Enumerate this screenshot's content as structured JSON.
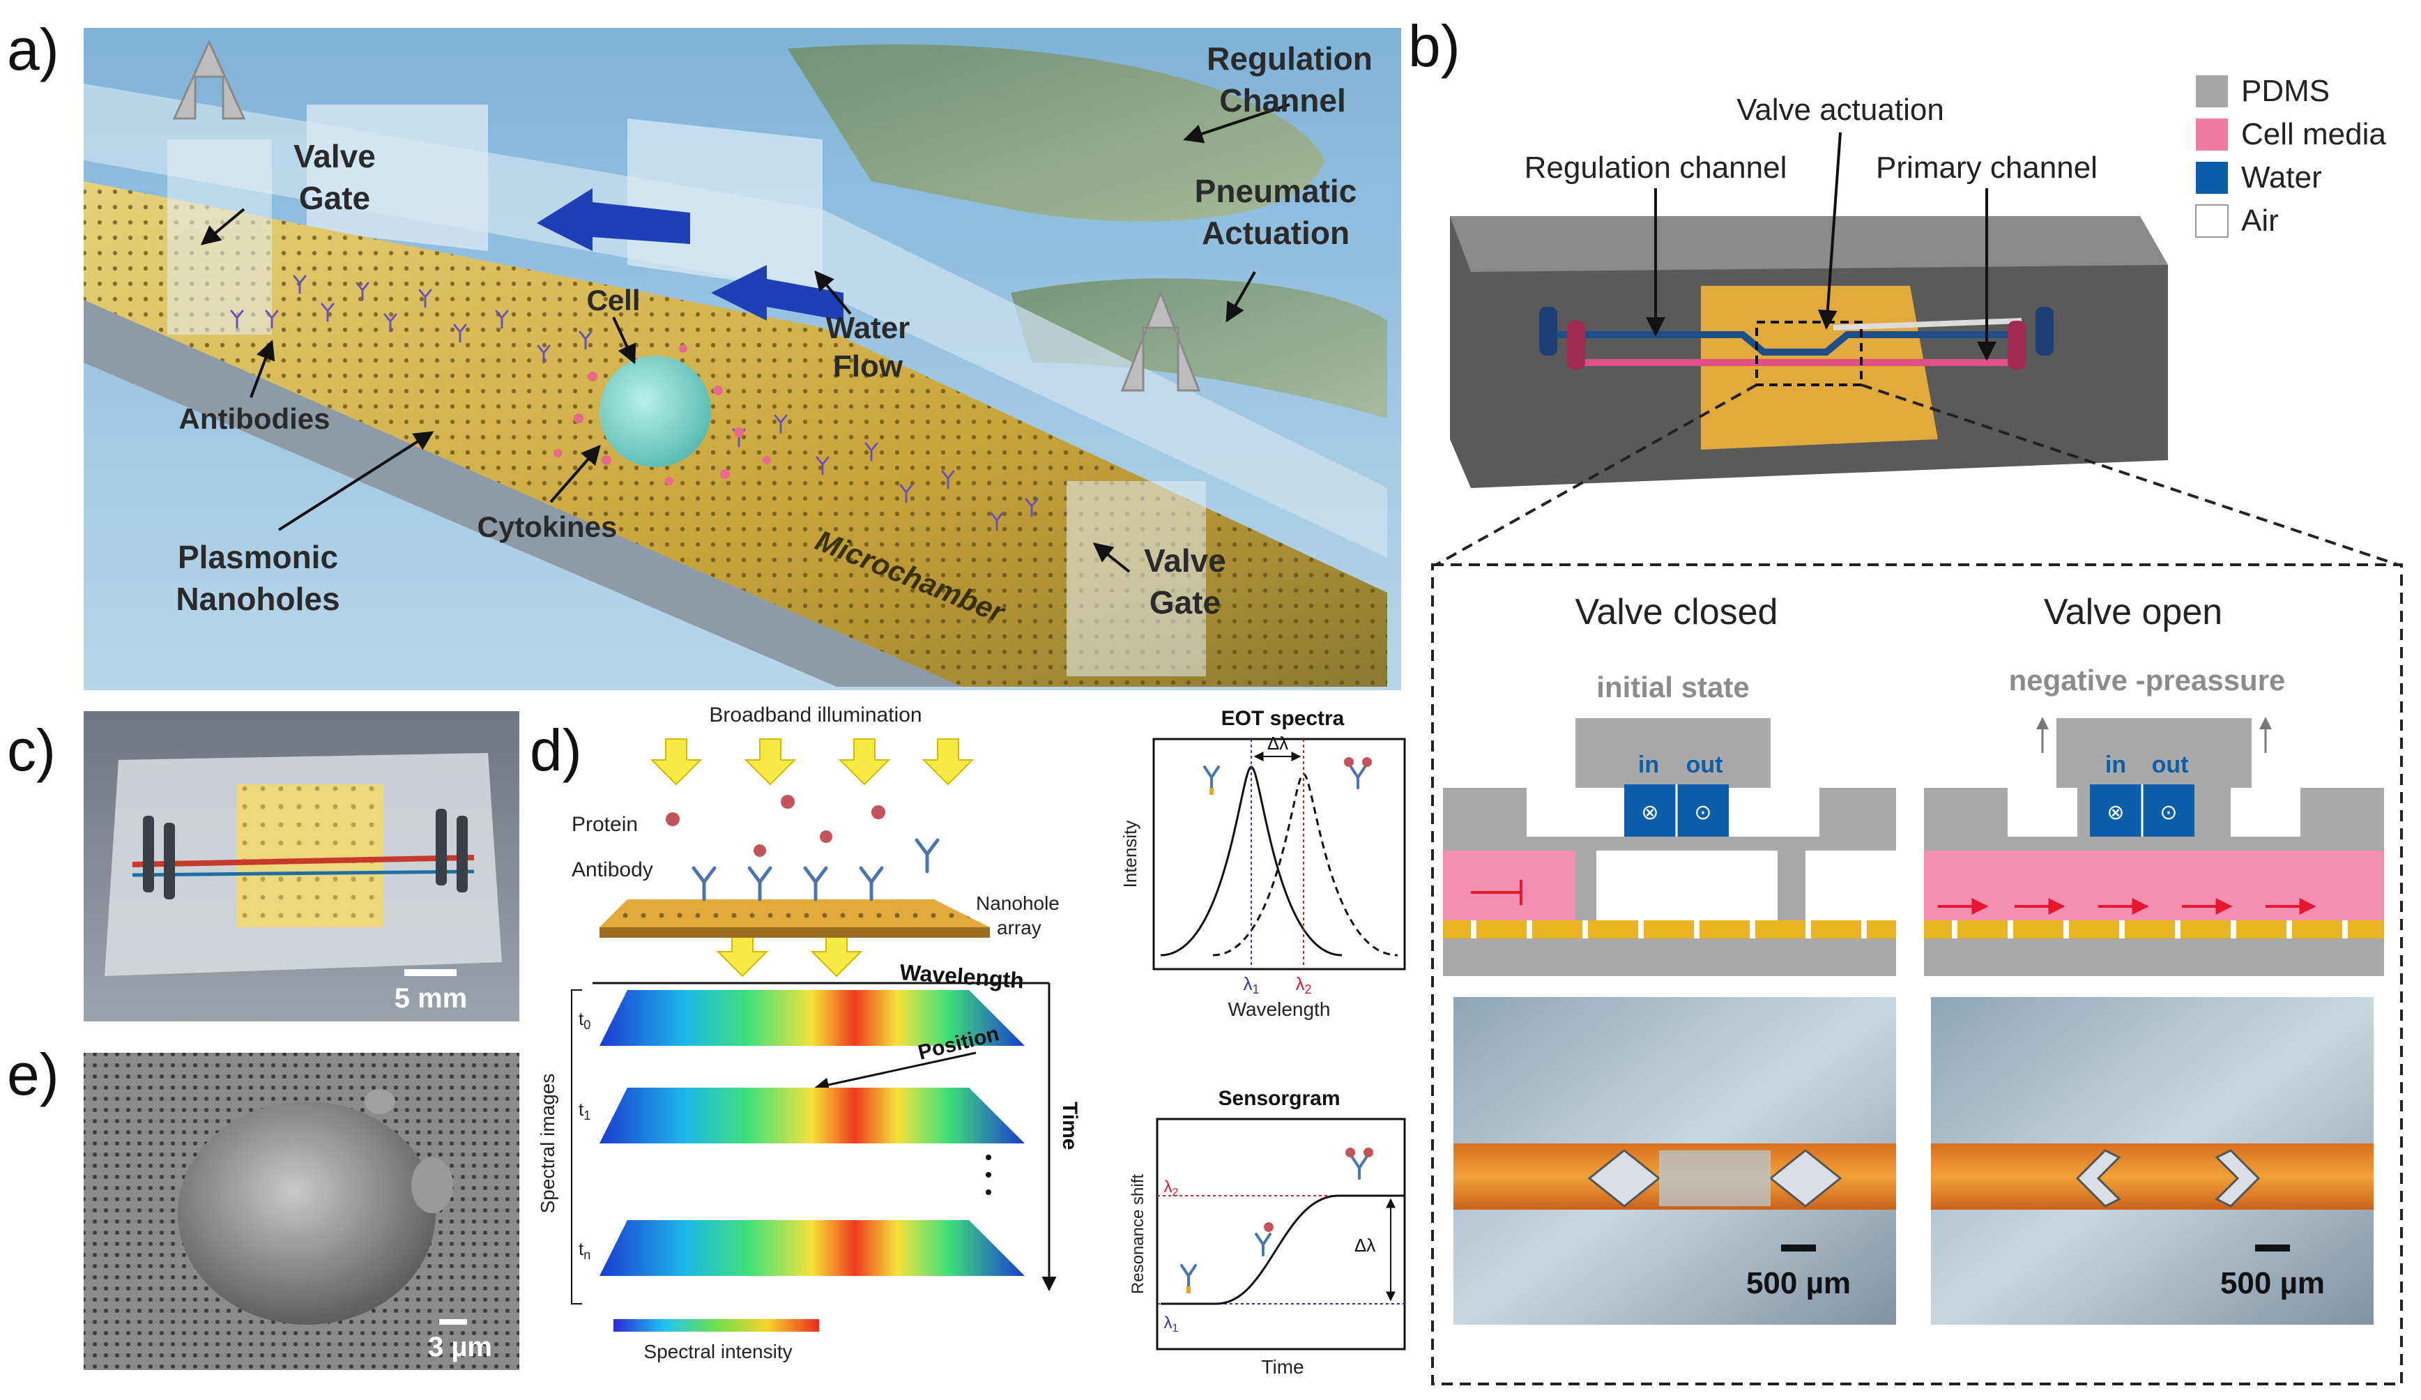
{
  "panels": {
    "a": {
      "letter": "a)",
      "labels": {
        "regulation_channel_1": "Regulation",
        "regulation_channel_2": "Channel",
        "valve_gate_top_1": "Valve",
        "valve_gate_top_2": "Gate",
        "pneumatic_1": "Pneumatic",
        "pneumatic_2": "Actuation",
        "cell": "Cell",
        "water_flow_1": "Water",
        "water_flow_2": "Flow",
        "antibodies": "Antibodies",
        "plasmonic_1": "Plasmonic",
        "plasmonic_2": "Nanoholes",
        "cytokines": "Cytokines",
        "microchamber": "Microchamber",
        "valve_gate_bottom_1": "Valve",
        "valve_gate_bottom_2": "Gate"
      }
    },
    "b": {
      "letter": "b)",
      "valve_actuation": "Valve actuation",
      "regulation_channel": "Regulation channel",
      "primary_channel": "Primary channel",
      "legend": [
        {
          "label": "PDMS",
          "color": "#a6a6a6"
        },
        {
          "label": "Cell media",
          "color": "#f27aa0"
        },
        {
          "label": "Water",
          "color": "#0b5fa8"
        },
        {
          "label": "Air",
          "color": "#ffffff"
        }
      ],
      "valve_closed": "Valve closed",
      "valve_open": "Valve open",
      "initial_state": "initial state",
      "negative_pressure": "negative -preassure",
      "in": "in",
      "out": "out",
      "scale_left": "500 µm",
      "scale_right": "500 µm"
    },
    "c": {
      "letter": "c)",
      "scale": "5 mm"
    },
    "d": {
      "letter": "d)",
      "broadband": "Broadband illumination",
      "protein": "Protein",
      "antibody": "Antibody",
      "nanohole_1": "Nanohole",
      "nanohole_2": "array",
      "wavelength": "Wavelength",
      "position": "Position",
      "time": "Time",
      "spectral_images": "Spectral images",
      "t0": "t",
      "t0_sub": "0",
      "t1": "t",
      "t1_sub": "1",
      "tn": "t",
      "tn_sub": "n",
      "spectral_intensity": "Spectral intensity",
      "eot_title": "EOT spectra",
      "eot_ylabel": "Intensity",
      "eot_xlabel": "Wavelength",
      "delta_lambda": "Δλ",
      "lambda1": "λ",
      "lambda1_sub": "1",
      "lambda2": "λ",
      "lambda2_sub": "2",
      "sensor_title": "Sensorgram",
      "sensor_ylabel": "Resonance shift",
      "sensor_xlabel": "Time",
      "sensor_delta": "Δλ",
      "sensor_l1": "λ",
      "sensor_l1_sub": "1",
      "sensor_l2": "λ",
      "sensor_l2_sub": "2"
    },
    "e": {
      "letter": "e)",
      "scale": "3 µm"
    }
  }
}
